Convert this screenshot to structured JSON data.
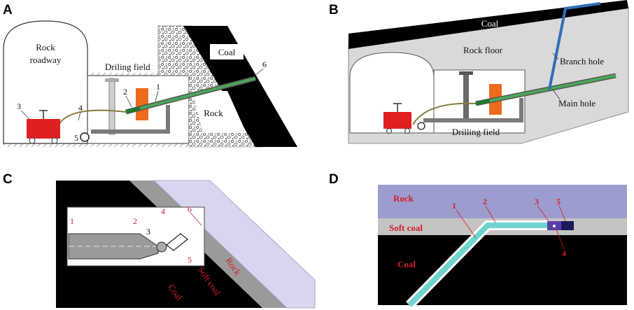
{
  "panels": {
    "a": {
      "letter": "A",
      "rock_roadway": "Rock roadway",
      "rock_roadway_line1": "Rock",
      "rock_roadway_line2": "roadway",
      "drilling_field": "Driling field",
      "coal": "Coal",
      "rock": "Rock",
      "numbers": [
        "1",
        "2",
        "3",
        "4",
        "5",
        "6"
      ]
    },
    "b": {
      "letter": "B",
      "coal": "Coal",
      "rock_floor": "Rock floor",
      "branch_hole": "Branch hole",
      "main_hole": "Main hole",
      "drilling_field": "Drilling field"
    },
    "c": {
      "letter": "C",
      "coal": "Coal",
      "soft_coal": "Soft coal",
      "rock": "Rock",
      "numbers": [
        "1",
        "2",
        "3",
        "4",
        "5",
        "6"
      ]
    },
    "d": {
      "letter": "D",
      "rock": "Rock",
      "soft_coal": "Soft coal",
      "coal": "Coal",
      "numbers": [
        "1",
        "2",
        "3",
        "4",
        "5"
      ]
    }
  },
  "colors": {
    "coal": "#000000",
    "rock_gray": "#d9d9d9",
    "soft_coal_gray": "#b3b3b3",
    "rock_lavender": "#d8d6ee",
    "rock_purple": "#9c9ccf",
    "pipe_green": "#4ca55a",
    "pipe_cyan": "#6fd3cf",
    "rig_orange": "#ee6a1d",
    "pump_red": "#e02020",
    "label_red": "#d0202a",
    "branch_blue": "#2f6fb6"
  }
}
